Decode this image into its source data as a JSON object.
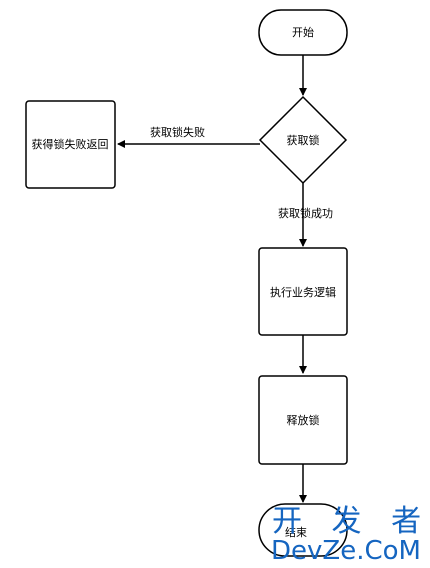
{
  "nodes": {
    "start": "开始",
    "acquire": "获取锁",
    "fail_return": "获得锁失败返回",
    "execute": "执行业务逻辑",
    "release": "释放锁",
    "end": "结束"
  },
  "edges": {
    "fail": "获取锁失败",
    "success": "获取锁成功"
  },
  "watermark": {
    "line1": "开 发 者",
    "line2": "DevZe.CoM"
  }
}
